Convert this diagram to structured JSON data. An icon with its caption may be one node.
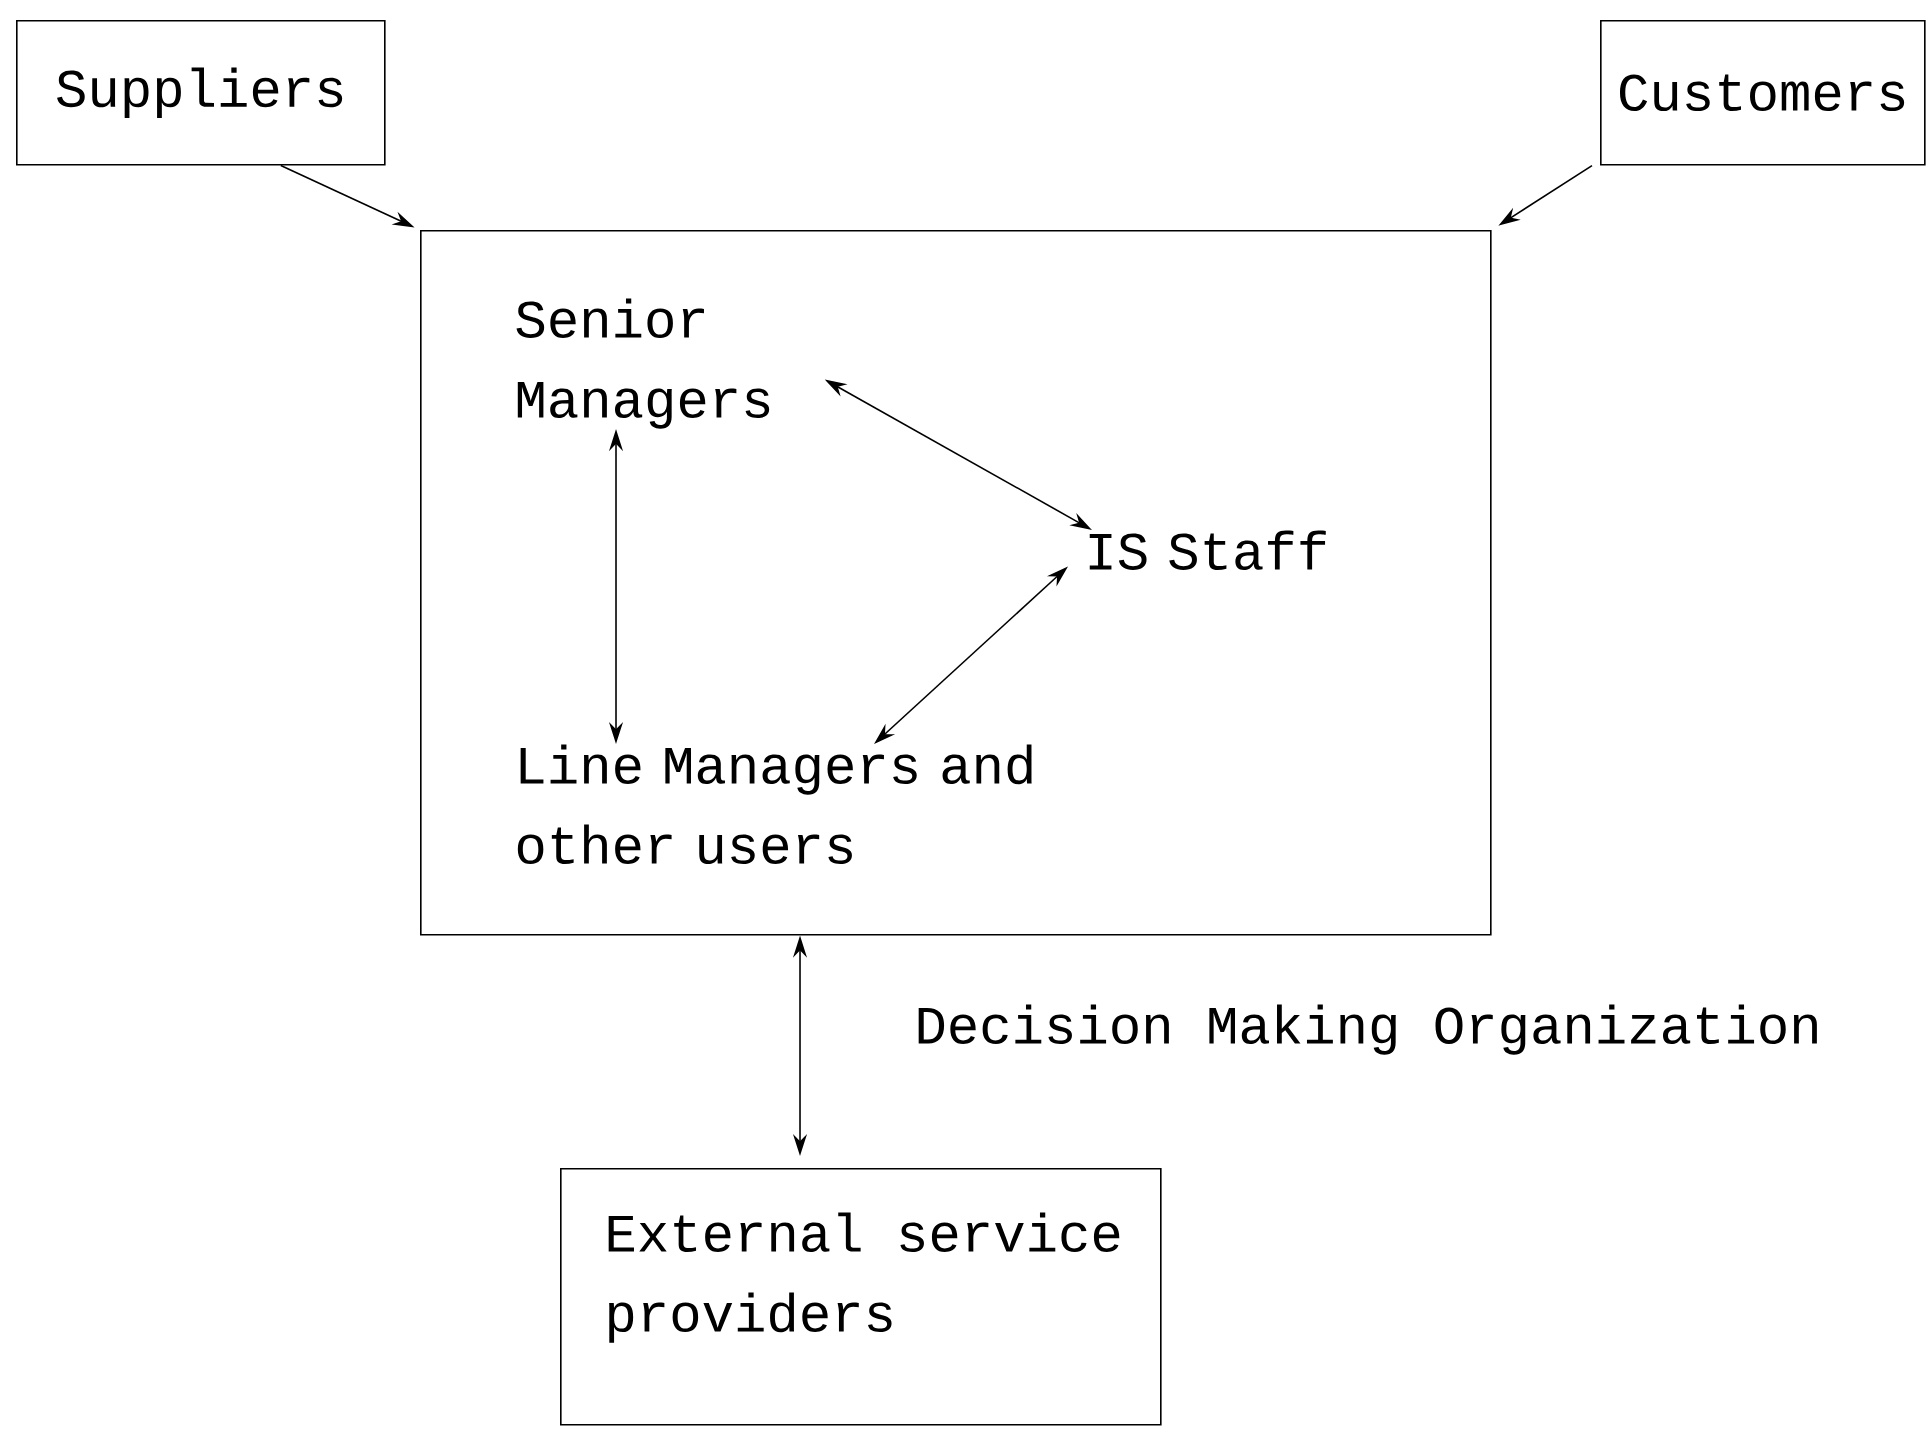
{
  "diagram": {
    "nodes": [
      {
        "text": [
          "Suppliers"
        ]
      },
      {
        "text": [
          "Customers"
        ]
      },
      {
        "text": [
          "Decision Making Organization"
        ]
      },
      {
        "text": [
          "Senior Managers"
        ],
        "in": 2
      },
      {
        "text": [
          "IS Staff"
        ],
        "in": 2
      },
      {
        "text": [
          "Line Managers and other users"
        ],
        "in": 2
      },
      {
        "text": [
          "External service providers"
        ]
      }
    ],
    "edges": [
      {
        "from": 0,
        "to": 2,
        "arrow": "to"
      },
      {
        "from": 1,
        "to": 2,
        "arrow": "to"
      },
      {
        "from": 3,
        "to": 4,
        "arrow": "both"
      },
      {
        "from": 3,
        "to": 5,
        "arrow": "both"
      },
      {
        "from": 4,
        "to": 5,
        "arrow": "both"
      },
      {
        "from": 2,
        "to": 6,
        "arrow": "both"
      }
    ]
  }
}
